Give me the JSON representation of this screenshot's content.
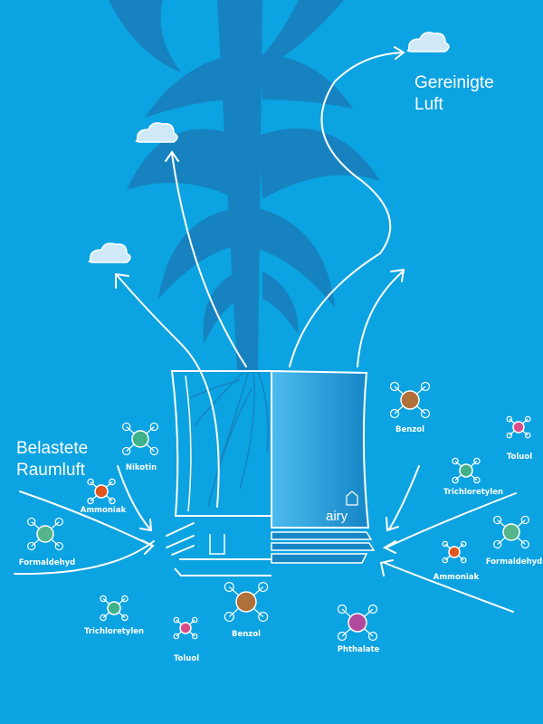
{
  "headings": {
    "clean_air": "Gereinigte\nLuft",
    "polluted_air": "Belastete\nRaumluft"
  },
  "brand": "airy",
  "pollutants_left": [
    {
      "name": "Nikotin",
      "color": "#3fb28a"
    },
    {
      "name": "Ammoniak",
      "color": "#e0561e"
    },
    {
      "name": "Formaldehyd",
      "color": "#56b58a"
    },
    {
      "name": "Trichloretylen",
      "color": "#3fb28a"
    },
    {
      "name": "Toluol",
      "color": "#d94e8a"
    },
    {
      "name": "Benzol",
      "color": "#b0703a"
    }
  ],
  "pollutants_right": [
    {
      "name": "Benzol",
      "color": "#b0703a"
    },
    {
      "name": "Toluol",
      "color": "#d94e8a"
    },
    {
      "name": "Trichloretylen",
      "color": "#3fb28a"
    },
    {
      "name": "Ammoniak",
      "color": "#e0561e"
    },
    {
      "name": "Formaldehyd",
      "color": "#56b58a"
    },
    {
      "name": "Phthalate",
      "color": "#b14a9c"
    }
  ],
  "colors": {
    "background": "#0ba3e1",
    "plant": "#1683c0",
    "pot": "#1a8fd0"
  }
}
